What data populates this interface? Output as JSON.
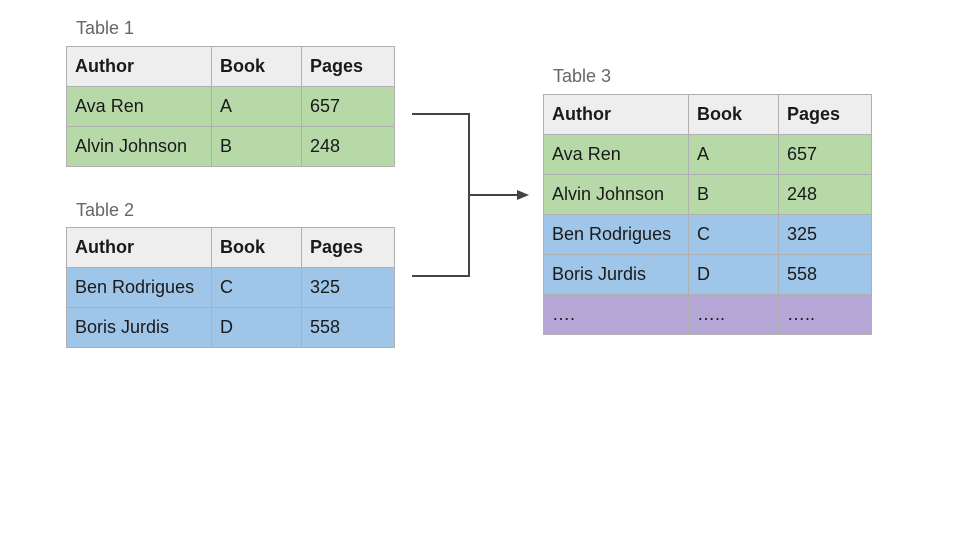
{
  "table1": {
    "title": "Table 1",
    "headers": [
      "Author",
      "Book",
      "Pages"
    ],
    "rows": [
      [
        "Ava Ren",
        "A",
        "657"
      ],
      [
        "Alvin Johnson",
        "B",
        "248"
      ]
    ]
  },
  "table2": {
    "title": "Table 2",
    "headers": [
      "Author",
      "Book",
      "Pages"
    ],
    "rows": [
      [
        "Ben Rodrigues",
        "C",
        "325"
      ],
      [
        "Boris Jurdis",
        "D",
        "558"
      ]
    ]
  },
  "table3": {
    "title": "Table 3",
    "headers": [
      "Author",
      "Book",
      "Pages"
    ],
    "rows": [
      [
        "Ava Ren",
        "A",
        "657"
      ],
      [
        "Alvin Johnson",
        "B",
        "248"
      ],
      [
        "Ben Rodrigues",
        "C",
        "325"
      ],
      [
        "Boris Jurdis",
        "D",
        "558"
      ],
      [
        "….",
        "…..",
        "….."
      ]
    ]
  },
  "colors": {
    "header": "#eeeeee",
    "table1_rows": "#b7d9a8",
    "table2_rows": "#9fc5e8",
    "ellipsis_row": "#b4a7d6",
    "border": "#b0b0b0",
    "connector": "#444444",
    "caption": "#666666"
  }
}
